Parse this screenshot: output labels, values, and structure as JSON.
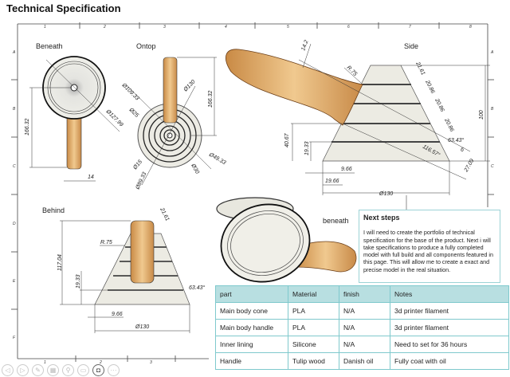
{
  "title": "Technical Specification",
  "grid": {
    "cols": [
      "1",
      "2",
      "3",
      "4",
      "5",
      "6",
      "7",
      "8"
    ],
    "rows": [
      "A",
      "B",
      "C",
      "D",
      "E",
      "F"
    ]
  },
  "views": {
    "beneath": {
      "label": "Beneath",
      "dims": [
        "166.32",
        "14",
        "Ø127.99"
      ]
    },
    "ontop": {
      "label": "Ontop",
      "dims": [
        "166.32",
        "Ø109.33",
        "Ø25",
        "Ø130",
        "Ø15",
        "Ø89.33",
        "Ø30",
        "Ø49.33"
      ]
    },
    "side": {
      "label": "Side",
      "dims": [
        "14.2",
        "R.75",
        "21.61",
        "20.86",
        "20.86",
        "20.86",
        "63.43°",
        "116.57°",
        "6",
        "27.09",
        "100",
        "40.67",
        "19.33",
        "9.66",
        "19.66",
        "Ø130"
      ]
    },
    "behind": {
      "label": "Behind",
      "dims": [
        "117.04",
        "19.33",
        "R.75",
        "21.61",
        "63.43°",
        "9.66",
        "Ø130"
      ]
    },
    "beneath3d": {
      "label": "beneath"
    }
  },
  "next_steps": {
    "heading": "Next steps",
    "body": "I will need to create the portfolio of technical specification for the base of the product. Next i will take specifications to produce a fully completed model with full build and all components featured in this page. This will allow me to create a exact and precise model in the real situation."
  },
  "table": {
    "headers": [
      "part",
      "Material",
      "finish",
      "Notes"
    ],
    "rows": [
      [
        "Main body cone",
        "PLA",
        "N/A",
        "3d printer filament"
      ],
      [
        "Main body handle",
        "PLA",
        "N/A",
        "3d printer filament"
      ],
      [
        "Inner lining",
        "Silicone",
        "N/A",
        "Need to set for 36 hours"
      ],
      [
        "Handle",
        "Tulip wood",
        "Danish oil",
        "Fully coat with oil"
      ]
    ]
  },
  "toolbar": [
    {
      "icon": "prev-icon",
      "glyph": "◁"
    },
    {
      "icon": "next-icon",
      "glyph": "▷"
    },
    {
      "icon": "pen-icon",
      "glyph": "✎"
    },
    {
      "icon": "grid-icon",
      "glyph": "▦"
    },
    {
      "icon": "search-icon",
      "glyph": "⚲"
    },
    {
      "icon": "screen-icon",
      "glyph": "▭"
    },
    {
      "icon": "camera-icon",
      "glyph": "◘"
    },
    {
      "icon": "more-icon",
      "glyph": "···"
    }
  ]
}
